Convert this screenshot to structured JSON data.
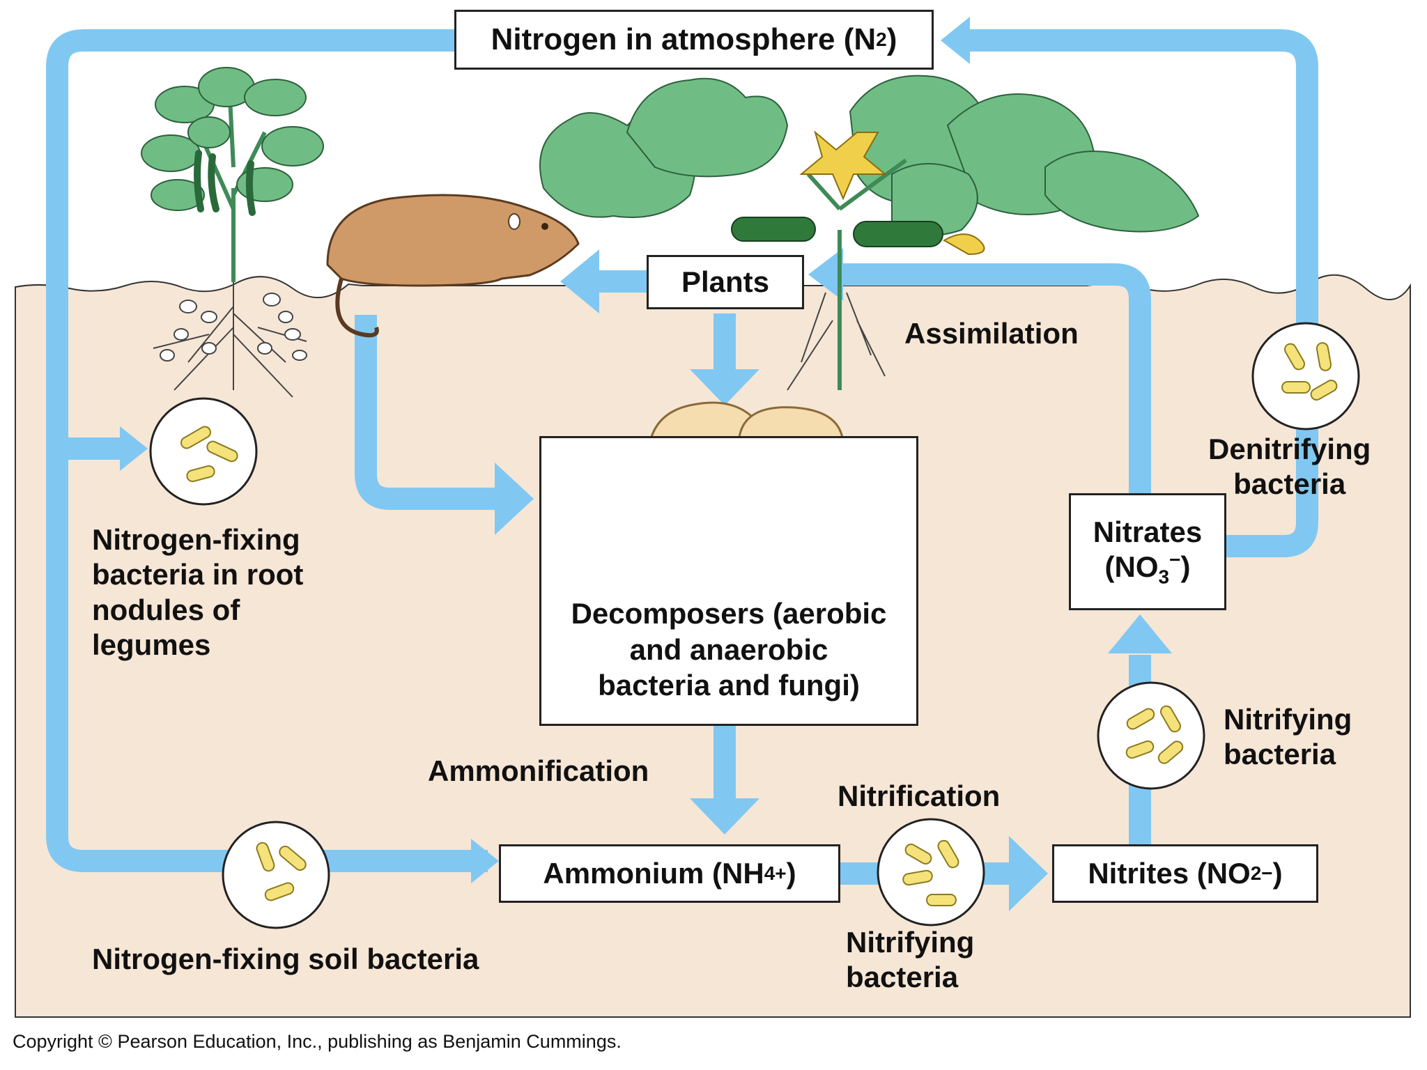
{
  "nodes": {
    "atmosphere": {
      "text": "Nitrogen in atmosphere (N",
      "sub": "2",
      "tail": ")"
    },
    "plants": {
      "text": "Plants"
    },
    "decomposers": {
      "lines": [
        "Decomposers (aerobic",
        "and anaerobic",
        "bacteria and fungi)"
      ]
    },
    "ammonium": {
      "text": "Ammonium (NH",
      "sub": "4",
      "sup": "+",
      "tail": ")"
    },
    "nitrites": {
      "text": "Nitrites (NO",
      "sub": "2",
      "sup": "−",
      "tail": ")"
    },
    "nitrates": {
      "line1": "Nitrates",
      "text": "(NO",
      "sub": "3",
      "sup": "−",
      "tail": ")"
    }
  },
  "labels": {
    "assimilation": "Assimilation",
    "ammonification": "Ammonification",
    "nitrification": "Nitrification",
    "legume_bacteria": [
      "Nitrogen-fixing",
      "bacteria in root",
      "nodules of",
      "legumes"
    ],
    "soil_bacteria": "Nitrogen-fixing soil bacteria",
    "nitrifying_bottom": [
      "Nitrifying",
      "bacteria"
    ],
    "nitrifying_right": [
      "Nitrifying",
      "bacteria"
    ],
    "denitrifying": [
      "Denitrifying",
      "bacteria"
    ]
  },
  "copyright": "Copyright © Pearson Education, Inc., publishing as Benjamin Cummings.",
  "colors": {
    "arrow": "#80c8f2",
    "soil": "#f6e6d6",
    "leaf": "#6fbd84",
    "leaf_dark": "#3f8a57",
    "bacteria": "#f5e27a",
    "fungus": "#f5ddb0",
    "animal": "#cf9a67"
  }
}
